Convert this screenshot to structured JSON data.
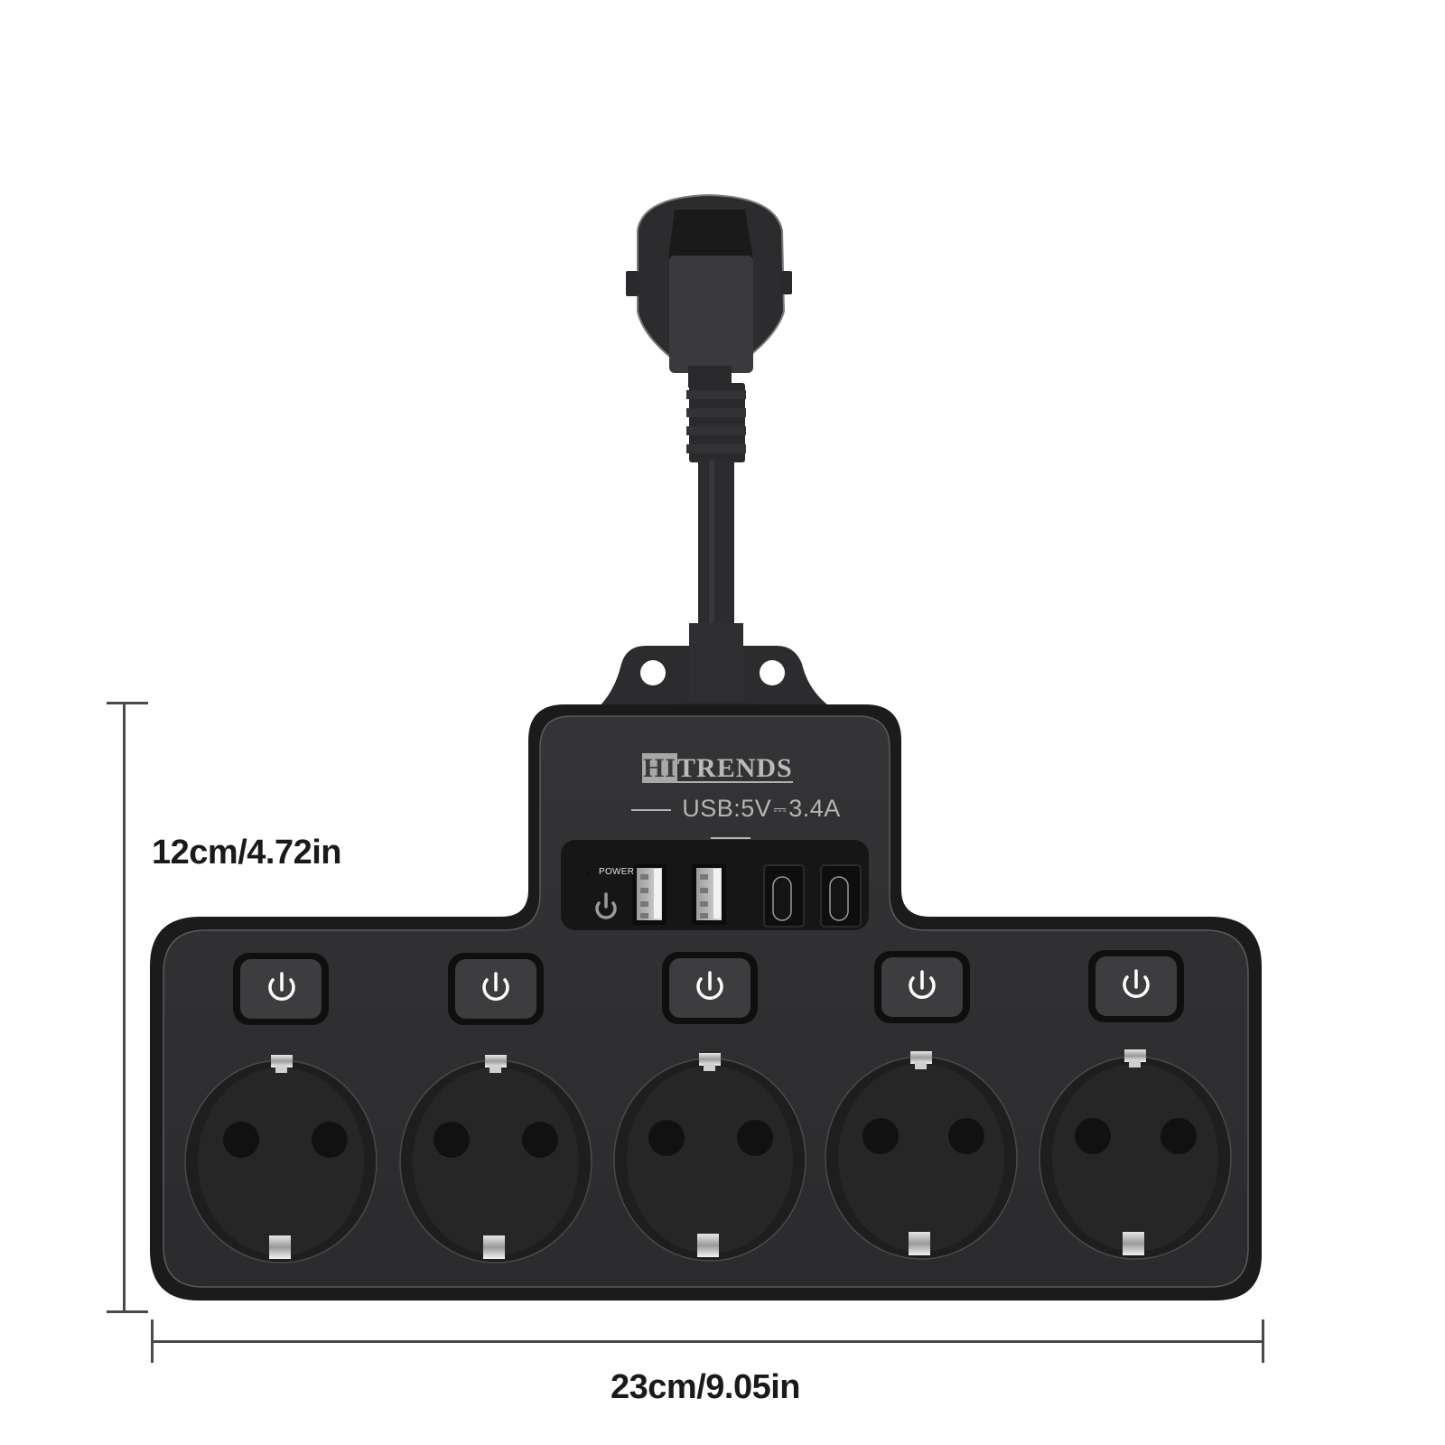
{
  "product": {
    "brand_prefix": "HI",
    "brand_suffix": "TRENDS",
    "usb_spec": "USB:5V–3.4A",
    "usb_spec_parts": {
      "label": "USB:5V",
      "dc_symbol": "⎓",
      "current": "3.4A"
    },
    "power_indicator_label": "POWER",
    "colors": {
      "body": "#2f2f31",
      "body_edge": "#1b1b1c",
      "panel": "#161617",
      "socket": "#232324",
      "button": "#3d3d3f",
      "text_gray": "#b5b5b5",
      "metal": "#c8c8c8"
    },
    "usb_ports": [
      {
        "type": "USB-A",
        "icon": "usb-a-port-icon"
      },
      {
        "type": "USB-A",
        "icon": "usb-a-port-icon"
      },
      {
        "type": "USB-C",
        "icon": "usb-c-port-icon"
      },
      {
        "type": "USB-C",
        "icon": "usb-c-port-icon"
      }
    ],
    "outlets": [
      {
        "index": 1,
        "button_icon": "power-icon",
        "socket_type": "Schuko"
      },
      {
        "index": 2,
        "button_icon": "power-icon",
        "socket_type": "Schuko"
      },
      {
        "index": 3,
        "button_icon": "power-icon",
        "socket_type": "Schuko"
      },
      {
        "index": 4,
        "button_icon": "power-icon",
        "socket_type": "Schuko"
      },
      {
        "index": 5,
        "button_icon": "power-icon",
        "socket_type": "Schuko"
      }
    ]
  },
  "dimensions": {
    "height_label": "12cm/4.72in",
    "width_label": "23cm/9.05in"
  }
}
